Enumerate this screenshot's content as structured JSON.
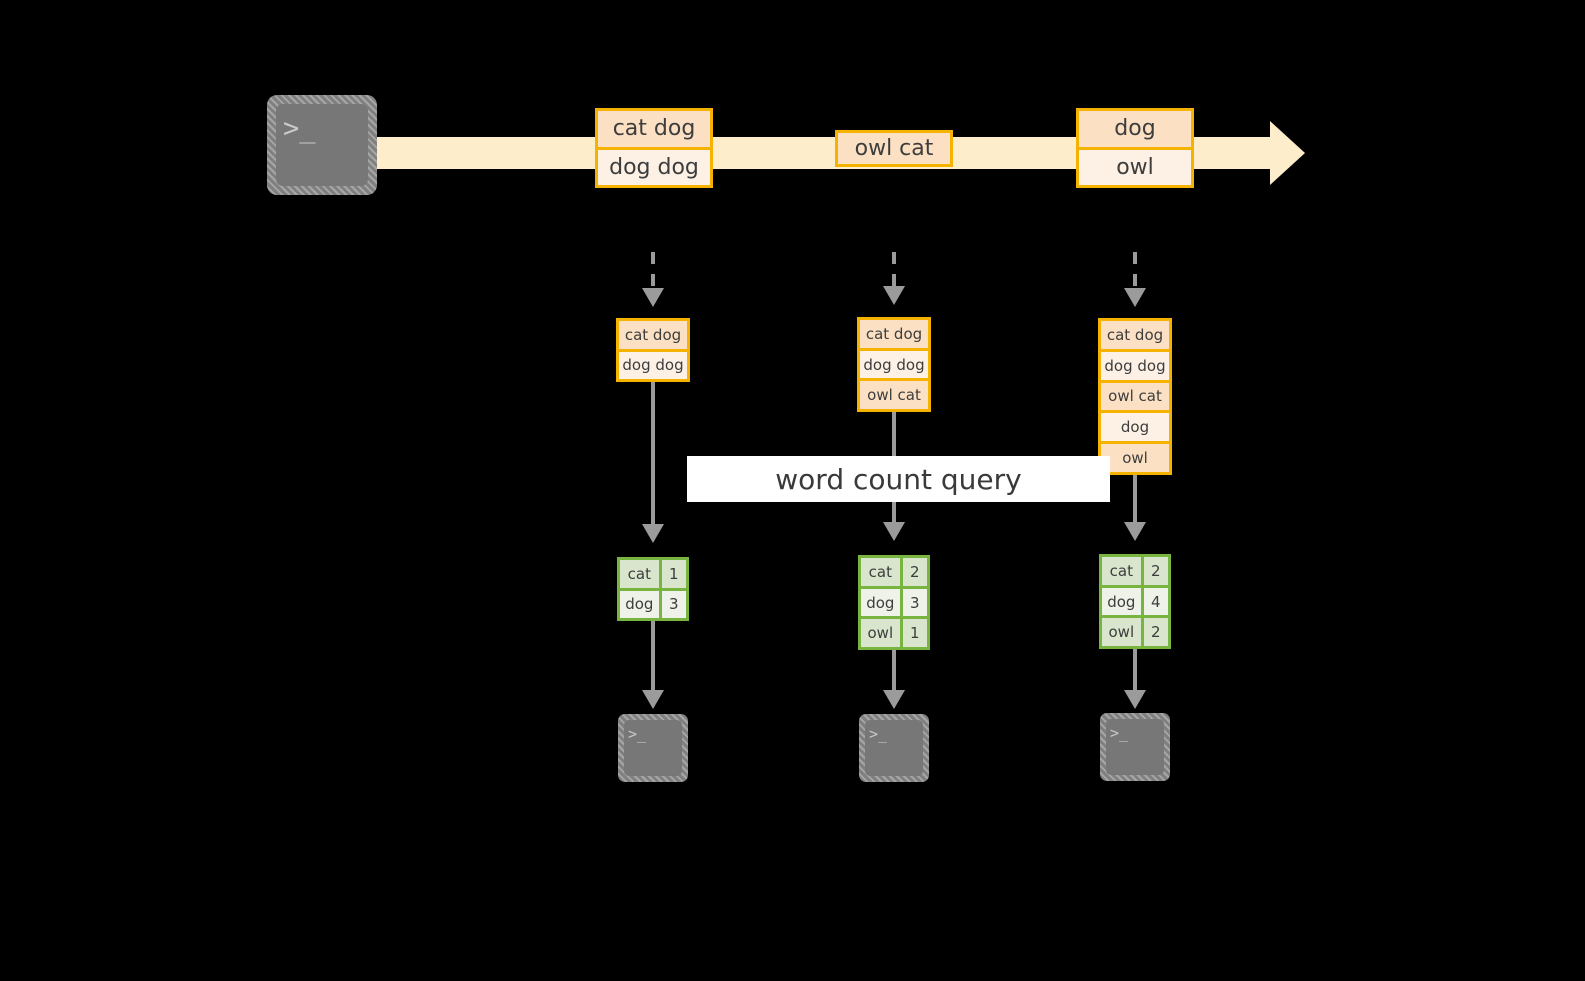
{
  "diagram": {
    "title": "word count query over a stream",
    "colors": {
      "background": "#000000",
      "stream_band": "#fdedcb",
      "message_border": "#f5b200",
      "message_fill_dark": "#fbe0c4",
      "message_fill_light": "#fdf1e5",
      "table_border": "#77b540",
      "table_fill_dark": "#d9e5cc",
      "table_fill_light": "#eef2e9",
      "connector": "#9b9b9b",
      "terminal_fill": "#808080",
      "banner": "#ffffff"
    }
  },
  "producer": {
    "icon": "terminal-icon",
    "glyph": ">_"
  },
  "stream": {
    "icon": "arrow-right-icon",
    "messages": [
      {
        "id": "m1",
        "lines": [
          "cat dog",
          "dog dog"
        ]
      },
      {
        "id": "m2",
        "lines": [
          "owl cat"
        ]
      },
      {
        "id": "m3",
        "lines": [
          "dog",
          "owl"
        ]
      }
    ]
  },
  "query": {
    "label": "word count query"
  },
  "snapshots": [
    {
      "id": "t1",
      "input_messages": [
        "cat dog",
        "dog dog"
      ],
      "result_header": null,
      "result_rows": [
        {
          "word": "cat",
          "count": "1"
        },
        {
          "word": "dog",
          "count": "3"
        }
      ],
      "consumer": {
        "icon": "terminal-icon",
        "glyph": ">_"
      }
    },
    {
      "id": "t2",
      "input_messages": [
        "cat dog",
        "dog dog",
        "owl cat"
      ],
      "result_header": null,
      "result_rows": [
        {
          "word": "cat",
          "count": "2"
        },
        {
          "word": "dog",
          "count": "3"
        },
        {
          "word": "owl",
          "count": "1"
        }
      ],
      "consumer": {
        "icon": "terminal-icon",
        "glyph": ">_"
      }
    },
    {
      "id": "t3",
      "input_messages": [
        "cat dog",
        "dog dog",
        "owl cat",
        "dog",
        "owl"
      ],
      "result_header": null,
      "result_rows": [
        {
          "word": "cat",
          "count": "2"
        },
        {
          "word": "dog",
          "count": "4"
        },
        {
          "word": "owl",
          "count": "2"
        }
      ],
      "consumer": {
        "icon": "terminal-icon",
        "glyph": ">_"
      }
    }
  ]
}
